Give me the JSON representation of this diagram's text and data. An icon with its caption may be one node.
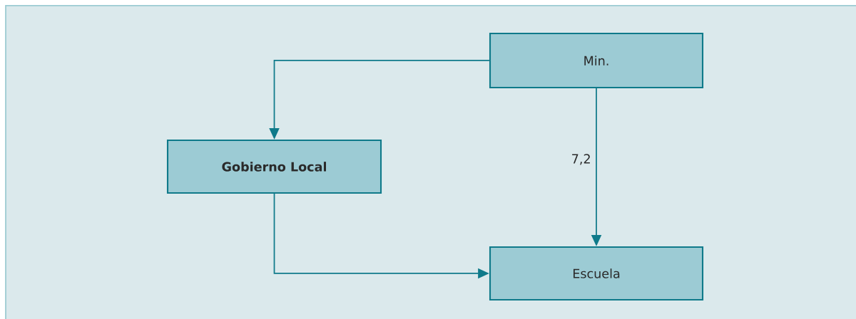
{
  "diagram": {
    "nodes": [
      {
        "text": [
          "Min."
        ]
      },
      {
        "text": [
          "Gobierno Local"
        ]
      },
      {
        "text": [
          "Escuela"
        ]
      }
    ],
    "edges": [
      {
        "from": 0,
        "to": 1,
        "arrow": "to"
      },
      {
        "from": 0,
        "to": 2,
        "arrow": "to",
        "label": "7,2"
      },
      {
        "from": 1,
        "to": 2,
        "arrow": "to"
      }
    ]
  }
}
